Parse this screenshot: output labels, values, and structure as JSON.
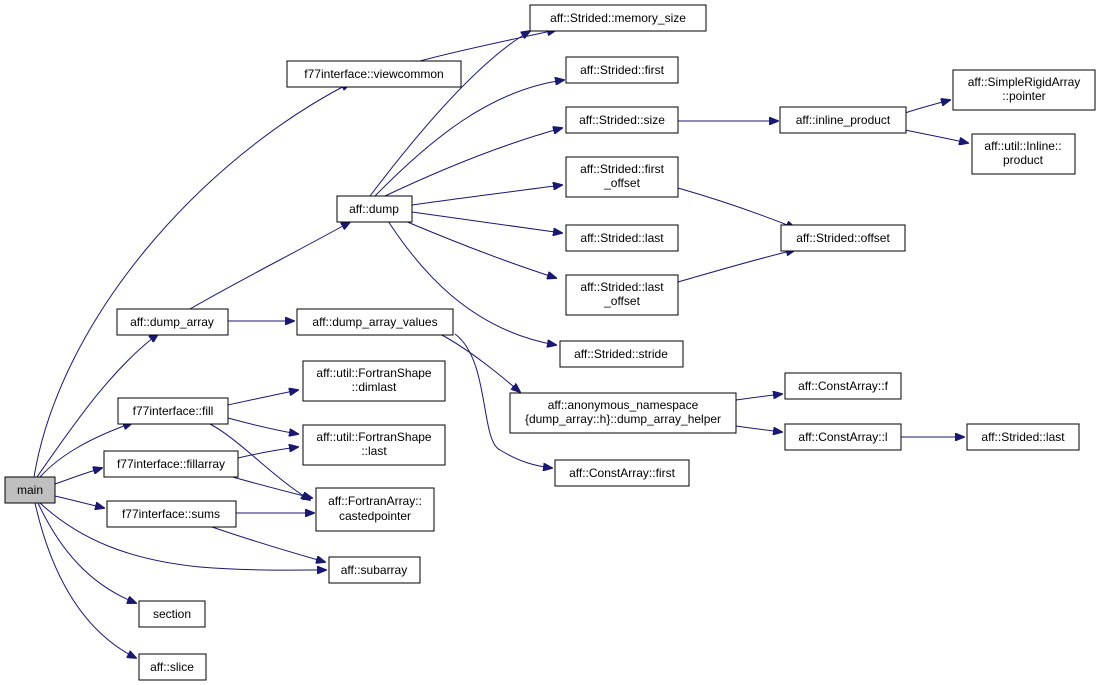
{
  "graph": {
    "colors": {
      "edge": "#191970",
      "node_border": "#000000",
      "node_fill": "#ffffff",
      "root_fill": "#bfbfbf"
    },
    "nodes": [
      {
        "id": "main",
        "lines": [
          "main"
        ]
      },
      {
        "id": "f77_viewcommon",
        "lines": [
          "f77interface::viewcommon"
        ]
      },
      {
        "id": "strided_memory_size",
        "lines": [
          "aff::Strided::memory_size"
        ]
      },
      {
        "id": "strided_first",
        "lines": [
          "aff::Strided::first"
        ]
      },
      {
        "id": "strided_size",
        "lines": [
          "aff::Strided::size"
        ]
      },
      {
        "id": "inline_product",
        "lines": [
          "aff::inline_product"
        ]
      },
      {
        "id": "simplerigid_pointer",
        "lines": [
          "aff::SimpleRigidArray",
          "::pointer"
        ]
      },
      {
        "id": "util_inline_product",
        "lines": [
          "aff::util::Inline::",
          "product"
        ]
      },
      {
        "id": "strided_first_offset",
        "lines": [
          "aff::Strided::first",
          "_offset"
        ]
      },
      {
        "id": "aff_dump",
        "lines": [
          "aff::dump"
        ]
      },
      {
        "id": "strided_offset",
        "lines": [
          "aff::Strided::offset"
        ]
      },
      {
        "id": "strided_last",
        "lines": [
          "aff::Strided::last"
        ]
      },
      {
        "id": "strided_last_offset",
        "lines": [
          "aff::Strided::last",
          "_offset"
        ]
      },
      {
        "id": "dump_array",
        "lines": [
          "aff::dump_array"
        ]
      },
      {
        "id": "dump_array_values",
        "lines": [
          "aff::dump_array_values"
        ]
      },
      {
        "id": "strided_stride",
        "lines": [
          "aff::Strided::stride"
        ]
      },
      {
        "id": "dimlast",
        "lines": [
          "aff::util::FortranShape",
          "::dimlast"
        ]
      },
      {
        "id": "anon_helper",
        "lines": [
          "aff::anonymous_namespace",
          "{dump_array::h}::dump_array_helper"
        ]
      },
      {
        "id": "constarray_f",
        "lines": [
          "aff::ConstArray::f"
        ]
      },
      {
        "id": "f77_fill",
        "lines": [
          "f77interface::fill"
        ]
      },
      {
        "id": "fs_last",
        "lines": [
          "aff::util::FortranShape",
          "::last"
        ]
      },
      {
        "id": "constarray_l",
        "lines": [
          "aff::ConstArray::l"
        ]
      },
      {
        "id": "strided_last2",
        "lines": [
          "aff::Strided::last"
        ]
      },
      {
        "id": "f77_fillarray",
        "lines": [
          "f77interface::fillarray"
        ]
      },
      {
        "id": "constarray_first",
        "lines": [
          "aff::ConstArray::first"
        ]
      },
      {
        "id": "castedpointer",
        "lines": [
          "aff::FortranArray::",
          "castedpointer"
        ]
      },
      {
        "id": "f77_sums",
        "lines": [
          "f77interface::sums"
        ]
      },
      {
        "id": "subarray",
        "lines": [
          "aff::subarray"
        ]
      },
      {
        "id": "section",
        "lines": [
          "section"
        ]
      },
      {
        "id": "slice",
        "lines": [
          "aff::slice"
        ]
      }
    ]
  }
}
